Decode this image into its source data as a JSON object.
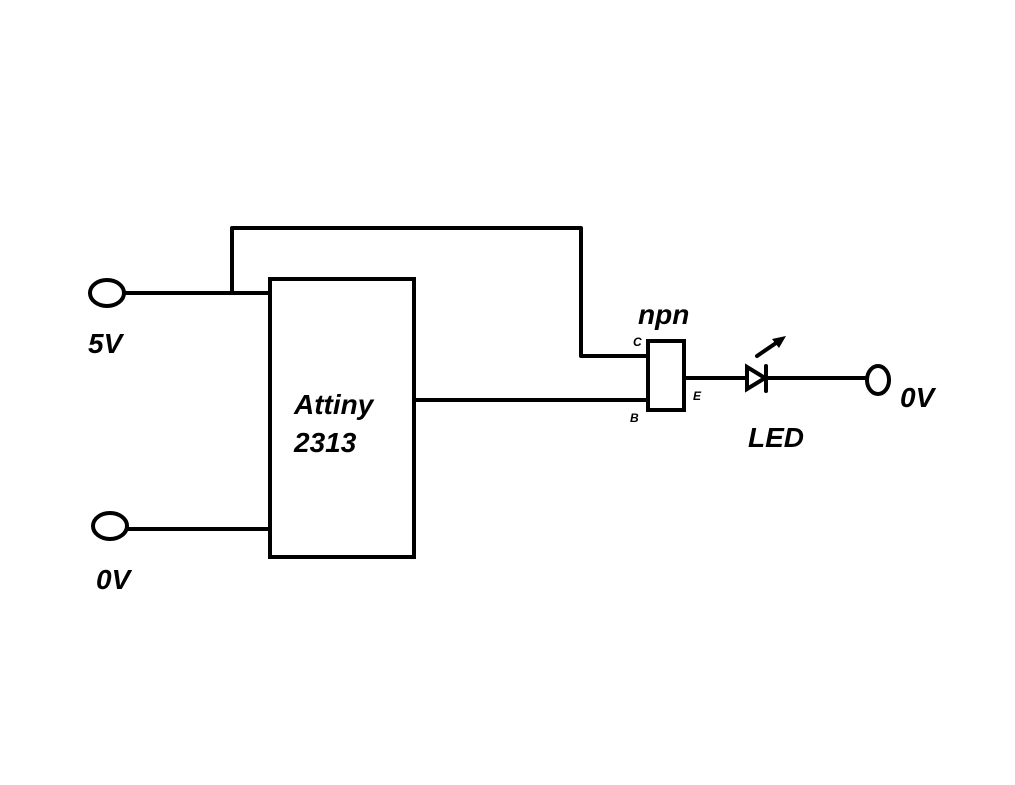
{
  "labels": {
    "supply_plus": "5V",
    "supply_ground": "0V",
    "output_ground": "0V",
    "chip_line1": "Attiny",
    "chip_line2": "2313",
    "transistor": "npn",
    "pin_c": "C",
    "pin_b": "B",
    "pin_e": "E",
    "led": "LED"
  },
  "colors": {
    "ink": "#000000",
    "background": "#ffffff"
  }
}
